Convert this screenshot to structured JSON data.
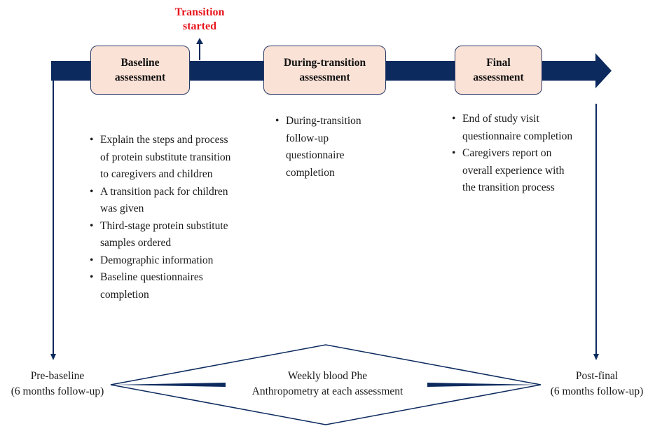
{
  "transition_marker": {
    "line1": "Transition",
    "line2": "started"
  },
  "stages": [
    {
      "id": "baseline",
      "line1": "Baseline",
      "line2": "assessment"
    },
    {
      "id": "during",
      "line1": "During-transition",
      "line2": "assessment"
    },
    {
      "id": "final",
      "line1": "Final",
      "line2": "assessment"
    }
  ],
  "baseline_tasks": [
    "Explain the steps and process of protein substitute transition to caregivers and children",
    "A transition pack for children was given",
    "Third-stage protein substitute samples ordered",
    "Demographic information",
    "Baseline questionnaires completion"
  ],
  "during_tasks": [
    "During-transition follow-up questionnaire completion"
  ],
  "final_tasks": [
    "End of study visit questionnaire completion",
    "Caregivers report on overall experience with the transition process"
  ],
  "pre_baseline": {
    "line1": "Pre-baseline",
    "line2": "(6 months follow-up)"
  },
  "post_final": {
    "line1": "Post-final",
    "line2": "(6 months follow-up)"
  },
  "ongoing": {
    "line1": "Weekly blood Phe",
    "line2": "Anthropometry at each assessment"
  },
  "colors": {
    "timeline": "#0c2a5e",
    "box_fill": "#fbe2d6",
    "transition_text": "#e8141c"
  }
}
